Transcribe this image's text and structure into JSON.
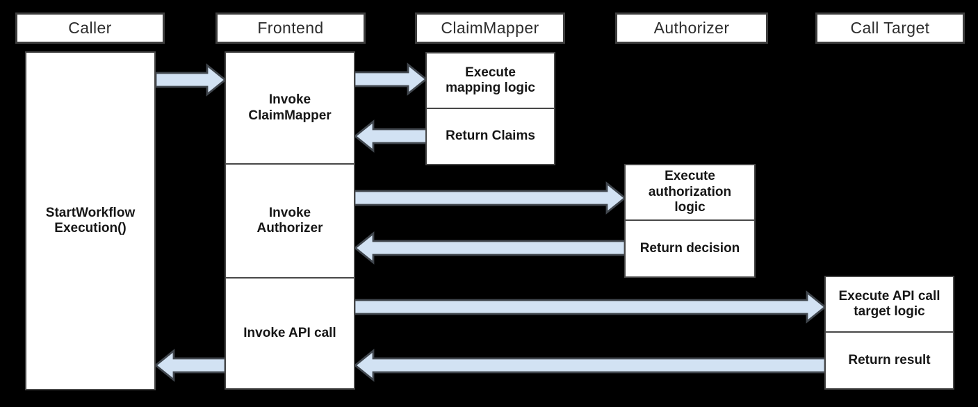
{
  "colors": {
    "background": "#000000",
    "box_fill": "#ffffff",
    "box_border": "#474747",
    "arrow_fill": "#d2e2f3",
    "arrow_stroke": "#41474e",
    "text": "#161616"
  },
  "actors": [
    {
      "label": "Caller"
    },
    {
      "label": "Frontend"
    },
    {
      "label": "ClaimMapper"
    },
    {
      "label": "Authorizer"
    },
    {
      "label": "Call Target"
    }
  ],
  "steps": {
    "caller_activation": "StartWorkflow\nExecution()",
    "invoke_claimmapper": "Invoke\nClaimMapper",
    "invoke_authorizer": "Invoke\nAuthorizer",
    "invoke_api_call": "Invoke API call",
    "execute_mapping_logic": "Execute\nmapping logic",
    "return_claims": "Return Claims",
    "execute_authorization_logic": "Execute\nauthorization\nlogic",
    "return_decision": "Return decision",
    "execute_api_call_target_logic": "Execute API call\ntarget logic",
    "return_result": "Return result"
  },
  "connections": [
    {
      "from": "Caller",
      "to": "Frontend"
    },
    {
      "from": "Frontend",
      "to": "ClaimMapper"
    },
    {
      "from": "ClaimMapper",
      "to": "Frontend"
    },
    {
      "from": "Frontend",
      "to": "Authorizer"
    },
    {
      "from": "Authorizer",
      "to": "Frontend"
    },
    {
      "from": "Frontend",
      "to": "Call Target"
    },
    {
      "from": "Call Target",
      "to": "Frontend"
    },
    {
      "from": "Frontend",
      "to": "Caller"
    }
  ]
}
